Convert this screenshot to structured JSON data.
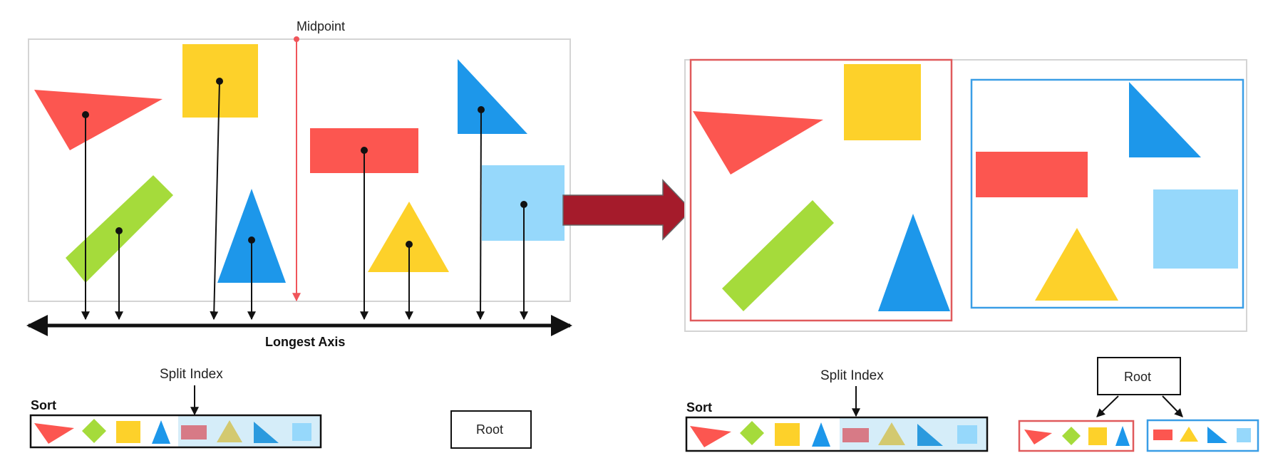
{
  "labels": {
    "midpoint": "Midpoint",
    "longest_axis": "Longest Axis",
    "split_index_left": "Split Index",
    "split_index_right": "Split Index",
    "sort_left": "Sort",
    "sort_right": "Sort",
    "root_left": "Root",
    "root_right": "Root"
  },
  "colors": {
    "red": "#fc5650",
    "yellow": "#fdd12a",
    "blue": "#1d97ea",
    "green": "#a5db3b",
    "light_blue": "#96d8fb",
    "highlight": "#d5edf9",
    "arrow_big": "#a51b2b",
    "red_box": "#e05a5c",
    "blue_box": "#3a9ee6",
    "border": "#d4d4d4"
  }
}
